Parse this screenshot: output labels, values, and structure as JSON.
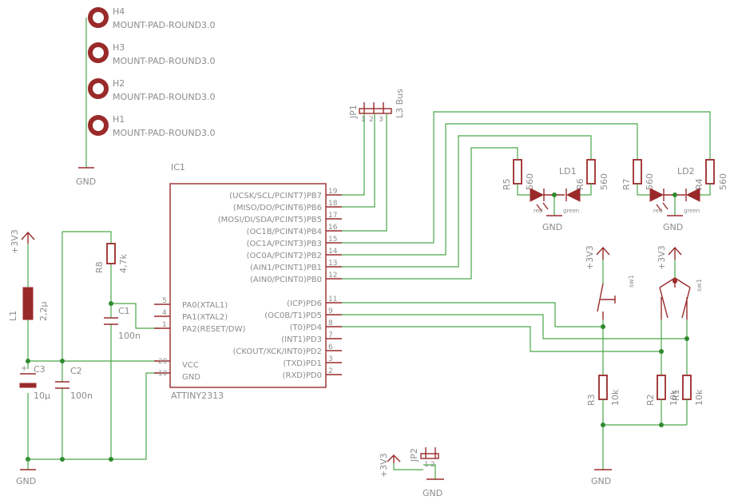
{
  "holes": [
    {
      "ref": "H4",
      "value": "MOUNT-PAD-ROUND3.0"
    },
    {
      "ref": "H3",
      "value": "MOUNT-PAD-ROUND3.0"
    },
    {
      "ref": "H2",
      "value": "MOUNT-PAD-ROUND3.0"
    },
    {
      "ref": "H1",
      "value": "MOUNT-PAD-ROUND3.0"
    }
  ],
  "gnd": "GND",
  "supply": "+3V3",
  "ic": {
    "ref": "IC1",
    "value": "ATTINY2313",
    "right_pins": [
      {
        "name": "(UCSK/SCL/PCINT7)PB7",
        "num": "19"
      },
      {
        "name": "(MISO/DO/PCINT6)PB6",
        "num": "18"
      },
      {
        "name": "(MOSI/DI/SDA/PCINT5)PB5",
        "num": "17"
      },
      {
        "name": "(OC1B/PCINT4)PB4",
        "num": "16"
      },
      {
        "name": "(OC1A/PCINT3)PB3",
        "num": "15"
      },
      {
        "name": "(OC0A/PCINT2)PB2",
        "num": "14"
      },
      {
        "name": "(AIN1/PCINT1)PB1",
        "num": "13"
      },
      {
        "name": "(AIN0/PCINT0)PB0",
        "num": "12"
      },
      {
        "name": "(ICP)PD6",
        "num": "11"
      },
      {
        "name": "(OC0B/T1)PD5",
        "num": "9"
      },
      {
        "name": "(T0)PD4",
        "num": "8"
      },
      {
        "name": "(INT1)PD3",
        "num": "7"
      },
      {
        "name": "(CKOUT/XCK/INT0)PD2",
        "num": "6"
      },
      {
        "name": "(TXD)PD1",
        "num": "3"
      },
      {
        "name": "(RXD)PD0",
        "num": "2"
      }
    ],
    "left_pins": [
      {
        "name": "PA0(XTAL1)",
        "num": "5"
      },
      {
        "name": "PA1(XTAL2)",
        "num": "4"
      },
      {
        "name": "PA2(RESET/DW)",
        "num": "1"
      },
      {
        "name": "VCC",
        "num": "20"
      },
      {
        "name": "GND",
        "num": "10"
      }
    ]
  },
  "jp1": {
    "ref": "JP1",
    "value": "L3 Bus",
    "pins": [
      "1",
      "2",
      "3"
    ]
  },
  "jp2": {
    "ref": "JP2",
    "pins": [
      "1",
      "2"
    ]
  },
  "passives": {
    "l1": {
      "ref": "L1",
      "value": "2,2µ"
    },
    "c3": {
      "ref": "C3",
      "value": "10µ"
    },
    "c2": {
      "ref": "C2",
      "value": "100n"
    },
    "c1": {
      "ref": "C1",
      "value": "100n"
    },
    "r8": {
      "ref": "R8",
      "value": "4,7k"
    },
    "r5": {
      "ref": "R5",
      "value": "560"
    },
    "r6": {
      "ref": "R6",
      "value": "560"
    },
    "r7": {
      "ref": "R7",
      "value": "560"
    },
    "r4": {
      "ref": "R4",
      "value": "560"
    },
    "r3": {
      "ref": "R3",
      "value": "10k"
    },
    "r2": {
      "ref": "R2",
      "value": "10k"
    },
    "r1": {
      "ref": "R1",
      "value": "10k"
    }
  },
  "leds": {
    "ld1": {
      "ref": "LD1",
      "red": "red",
      "green": "green"
    },
    "ld2": {
      "ref": "LD2",
      "red": "red",
      "green": "green"
    }
  },
  "switches": {
    "sw_a": "sw1",
    "sw_b": "sw1"
  }
}
